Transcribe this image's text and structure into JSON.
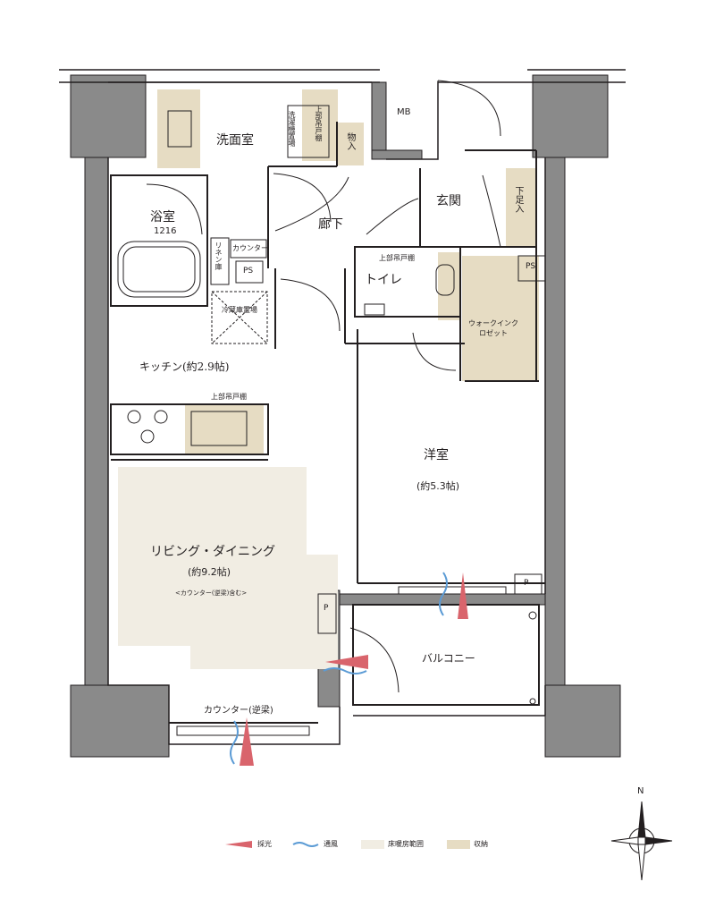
{
  "rooms": {
    "washroom": "洗面室",
    "mb": "MB",
    "storage": "物入",
    "bathroom": "浴室",
    "bath_size": "1216",
    "corridor": "廊下",
    "entrance": "玄関",
    "shoe_storage": "下足入",
    "toilet": "トイレ",
    "upper_cabinet_toilet": "上部吊戸棚",
    "ps_toilet": "PS",
    "walkin_closet": "ウォークインクロゼット",
    "linen": "リネン庫",
    "counter_small": "カウンター",
    "ps_kitchen": "PS",
    "fridge": "冷蔵庫置場",
    "kitchen": "キッチン(約2.9帖)",
    "upper_cabinet_kitchen": "上部吊戸棚",
    "western_room": "洋室",
    "western_room_size": "(約5.3帖)",
    "living": "リビング・ダイニング",
    "living_size": "(約9.2帖)",
    "living_note": "<カウンター(逆梁)含む>",
    "balcony": "バルコニー",
    "counter_beam": "カウンター(逆梁)",
    "p_left": "P",
    "p_right": "P",
    "washer_upper": "上部吊戸棚",
    "washer": "洗濯機置場"
  },
  "legend": [
    {
      "label": "採光",
      "color": "#d9646c"
    },
    {
      "label": "通風",
      "color": "#5b9bd5"
    },
    {
      "label": "床暖房範囲",
      "color": "#f1ede3"
    },
    {
      "label": "収納",
      "color": "#e6dcc3"
    }
  ],
  "compass": {
    "north_label": "N"
  },
  "colors": {
    "wall": "#8a8a8a",
    "line": "#231f20",
    "floor_heating": "#f1ede3",
    "storage": "#e6dcc3",
    "light": "#d9646c",
    "wind": "#5b9bd5"
  }
}
